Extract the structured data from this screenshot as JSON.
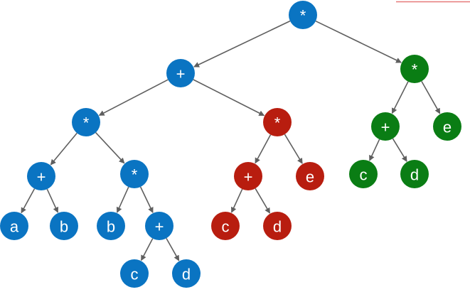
{
  "colors": {
    "blue": "#0a74c2",
    "red": "#b81d0f",
    "green": "#0a7d14",
    "edge": "#5f5f5f",
    "accent": "#e67979"
  },
  "nodes": [
    {
      "id": "n1",
      "label": "*",
      "color": "blue"
    },
    {
      "id": "n2",
      "label": "+",
      "color": "blue"
    },
    {
      "id": "n3",
      "label": "*",
      "color": "blue"
    },
    {
      "id": "n4",
      "label": "+",
      "color": "blue"
    },
    {
      "id": "n5",
      "label": "a",
      "color": "blue"
    },
    {
      "id": "n6",
      "label": "b",
      "color": "blue"
    },
    {
      "id": "n7",
      "label": "*",
      "color": "blue"
    },
    {
      "id": "n8",
      "label": "b",
      "color": "blue"
    },
    {
      "id": "n9",
      "label": "+",
      "color": "blue"
    },
    {
      "id": "n10",
      "label": "c",
      "color": "blue"
    },
    {
      "id": "n11",
      "label": "d",
      "color": "blue"
    },
    {
      "id": "r1",
      "label": "*",
      "color": "red"
    },
    {
      "id": "r2",
      "label": "+",
      "color": "red"
    },
    {
      "id": "r3",
      "label": "e",
      "color": "red"
    },
    {
      "id": "r4",
      "label": "c",
      "color": "red"
    },
    {
      "id": "r5",
      "label": "d",
      "color": "red"
    },
    {
      "id": "g1",
      "label": "*",
      "color": "green"
    },
    {
      "id": "g2",
      "label": "+",
      "color": "green"
    },
    {
      "id": "g3",
      "label": "e",
      "color": "green"
    },
    {
      "id": "g4",
      "label": "c",
      "color": "green"
    },
    {
      "id": "g5",
      "label": "d",
      "color": "green"
    }
  ],
  "edges": [
    [
      "n1",
      "n2"
    ],
    [
      "n1",
      "g1"
    ],
    [
      "n2",
      "n3"
    ],
    [
      "n2",
      "r1"
    ],
    [
      "n3",
      "n4"
    ],
    [
      "n3",
      "n7"
    ],
    [
      "n4",
      "n5"
    ],
    [
      "n4",
      "n6"
    ],
    [
      "n7",
      "n8"
    ],
    [
      "n7",
      "n9"
    ],
    [
      "n9",
      "n10"
    ],
    [
      "n9",
      "n11"
    ],
    [
      "r1",
      "r2"
    ],
    [
      "r1",
      "r3"
    ],
    [
      "r2",
      "r4"
    ],
    [
      "r2",
      "r5"
    ],
    [
      "g1",
      "g2"
    ],
    [
      "g1",
      "g3"
    ],
    [
      "g2",
      "g4"
    ],
    [
      "g2",
      "g5"
    ]
  ]
}
